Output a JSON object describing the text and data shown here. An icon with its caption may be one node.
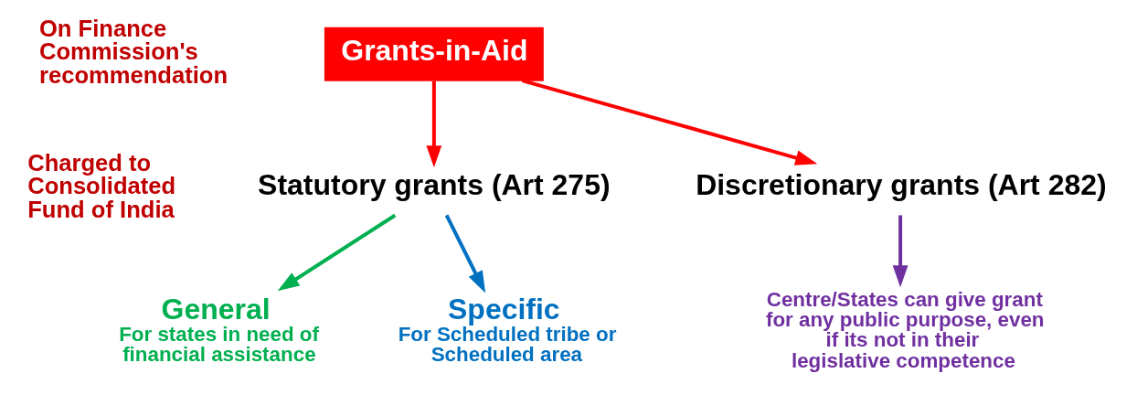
{
  "diagram": {
    "nodes": [
      {
        "text": [
          "Grants-in-Aid"
        ]
      },
      {
        "text": [
          "Statutory grants (Art 275)"
        ]
      },
      {
        "text": [
          "Discretionary grants (Art 282)"
        ]
      },
      {
        "text": [
          "General",
          "For states in need of financial assistance"
        ]
      },
      {
        "text": [
          "Specific",
          "For Scheduled tribe or Scheduled area"
        ]
      },
      {
        "text": [
          "Centre/States can give grant for any public purpose, even if its not in their legislative competence"
        ]
      }
    ],
    "edges": [
      {
        "from": 0,
        "to": 1,
        "arrow": "to",
        "color": "#ff0000"
      },
      {
        "from": 0,
        "to": 2,
        "arrow": "to",
        "color": "#ff0000"
      },
      {
        "from": 1,
        "to": 3,
        "arrow": "to",
        "color": "#00b050"
      },
      {
        "from": 1,
        "to": 4,
        "arrow": "to",
        "color": "#0070c0"
      },
      {
        "from": 2,
        "to": 5,
        "arrow": "to",
        "color": "#7030a0"
      }
    ],
    "labels": [
      "On Finance Commission's recommendation",
      "Charged to Consolidated Fund of India"
    ]
  }
}
